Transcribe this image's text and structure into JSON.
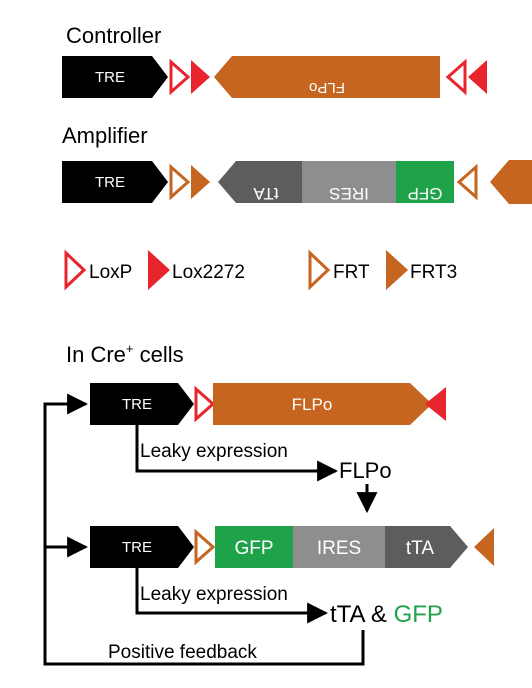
{
  "sections": {
    "controller": "Controller",
    "amplifier": "Amplifier",
    "cre_prefix": "In Cre",
    "cre_sup": "+",
    "cre_suffix": " cells"
  },
  "elements": {
    "tre": "TRE",
    "flpo": "FLPo",
    "gfp": "GFP",
    "ires": "IRES",
    "tta": "tTA"
  },
  "legend": {
    "loxp": "LoxP",
    "lox2272": "Lox2272",
    "frt": "FRT",
    "frt3": "FRT3"
  },
  "annotations": {
    "leaky_1": "Leaky expression",
    "leaky_2": "Leaky expression",
    "flpo_out": "FLPo",
    "tta_out": "tTA",
    "amp": " & ",
    "gfp_out": "GFP",
    "feedback": "Positive feedback"
  },
  "colors": {
    "black": "#000000",
    "red": "#e8242c",
    "orange": "#c5651f",
    "green": "#1ea34b",
    "dark_gray": "#5d5d5d",
    "mid_gray": "#8e8e8e",
    "white": "#ffffff"
  }
}
